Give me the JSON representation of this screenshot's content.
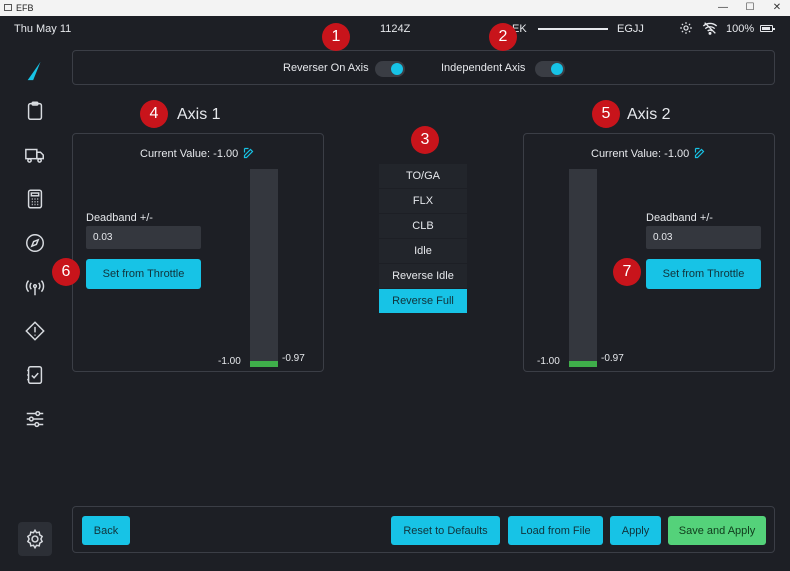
{
  "window": {
    "title": "EFB",
    "minimize": "—",
    "maximize": "☐",
    "close": "✕"
  },
  "status": {
    "date": "Thu May 11",
    "zulu": "1124Z",
    "origin": "EK",
    "destination": "EGJJ",
    "battery": "100%"
  },
  "sidebar": {
    "items": [
      {
        "name": "logo-icon"
      },
      {
        "name": "clipboard-icon"
      },
      {
        "name": "truck-icon"
      },
      {
        "name": "calculator-icon"
      },
      {
        "name": "compass-icon"
      },
      {
        "name": "radio-tower-icon"
      },
      {
        "name": "warning-icon"
      },
      {
        "name": "checklist-icon"
      },
      {
        "name": "sliders-icon"
      }
    ],
    "settings": "gear-icon"
  },
  "toggles": {
    "reverser_on_axis": {
      "label": "Reverser On Axis",
      "on": true
    },
    "independent_axis": {
      "label": "Independent Axis",
      "on": true
    }
  },
  "axis1": {
    "title": "Axis 1",
    "current_value_label": "Current Value: -1.00",
    "deadband_label": "Deadband +/-",
    "deadband_value": "0.03",
    "throttle_button": "Set from Throttle",
    "bar_min": "-1.00",
    "bar_value": "-0.97",
    "bar_fill_fraction": 0.03
  },
  "axis2": {
    "title": "Axis 2",
    "current_value_label": "Current Value: -1.00",
    "deadband_label": "Deadband +/-",
    "deadband_value": "0.03",
    "throttle_button": "Set from Throttle",
    "bar_min": "-1.00",
    "bar_value": "-0.97",
    "bar_fill_fraction": 0.03
  },
  "detents": {
    "items": [
      "TO/GA",
      "FLX",
      "CLB",
      "Idle",
      "Reverse Idle",
      "Reverse Full"
    ],
    "selected": "Reverse Full"
  },
  "actions": {
    "back": "Back",
    "reset": "Reset to Defaults",
    "load": "Load from File",
    "apply": "Apply",
    "save_apply": "Save and Apply"
  },
  "callouts": [
    "1",
    "2",
    "3",
    "4",
    "5",
    "6",
    "7"
  ],
  "colors": {
    "accent": "#17c3e6",
    "apply_green": "#54d27a",
    "callout_red": "#c8141b",
    "bar_fill": "#3fae4a"
  }
}
